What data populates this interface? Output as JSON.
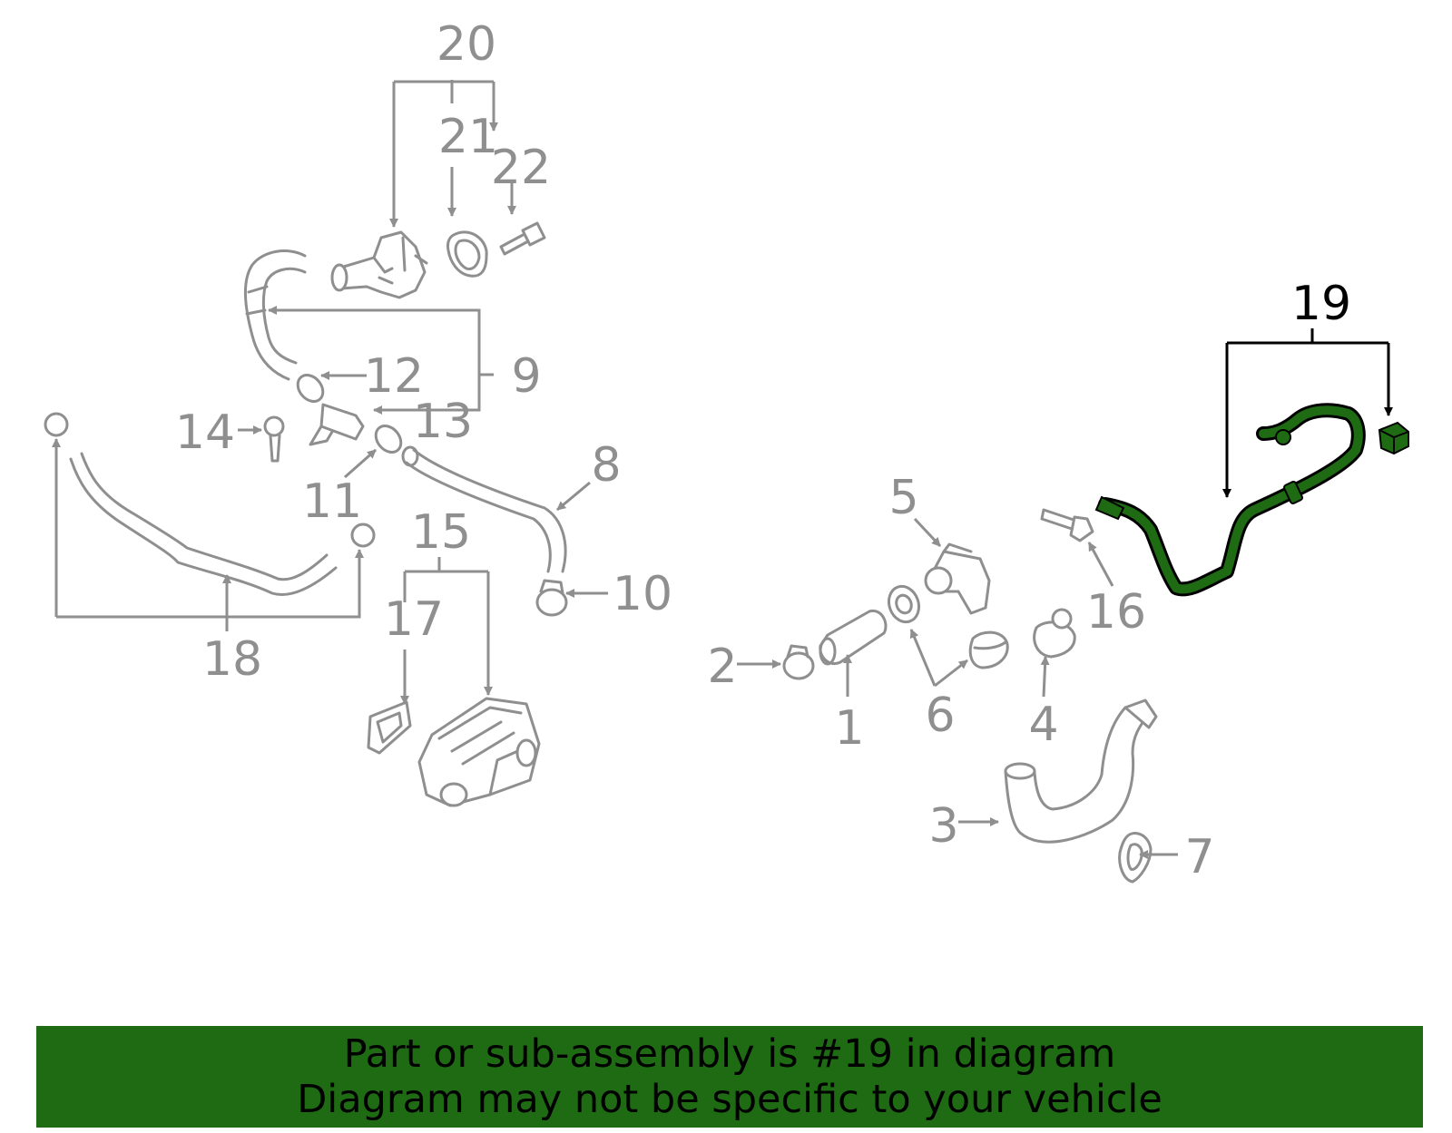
{
  "colors": {
    "highlight": "#1e6b14",
    "part_outline": "#8f8f8f",
    "banner_background": "#1e6b14",
    "banner_text": "#000000"
  },
  "callouts": {
    "c1": "1",
    "c2": "2",
    "c3": "3",
    "c4": "4",
    "c5": "5",
    "c6": "6",
    "c7": "7",
    "c8": "8",
    "c9": "9",
    "c10": "10",
    "c11": "11",
    "c12": "12",
    "c13": "13",
    "c14": "14",
    "c15": "15",
    "c16": "16",
    "c17": "17",
    "c18": "18",
    "c19": "19",
    "c20": "20",
    "c21": "21",
    "c22": "22"
  },
  "highlighted_part": "19",
  "banner": {
    "line1": "Part or sub-assembly is #19 in diagram",
    "line2": "Diagram may not be specific to your vehicle"
  }
}
